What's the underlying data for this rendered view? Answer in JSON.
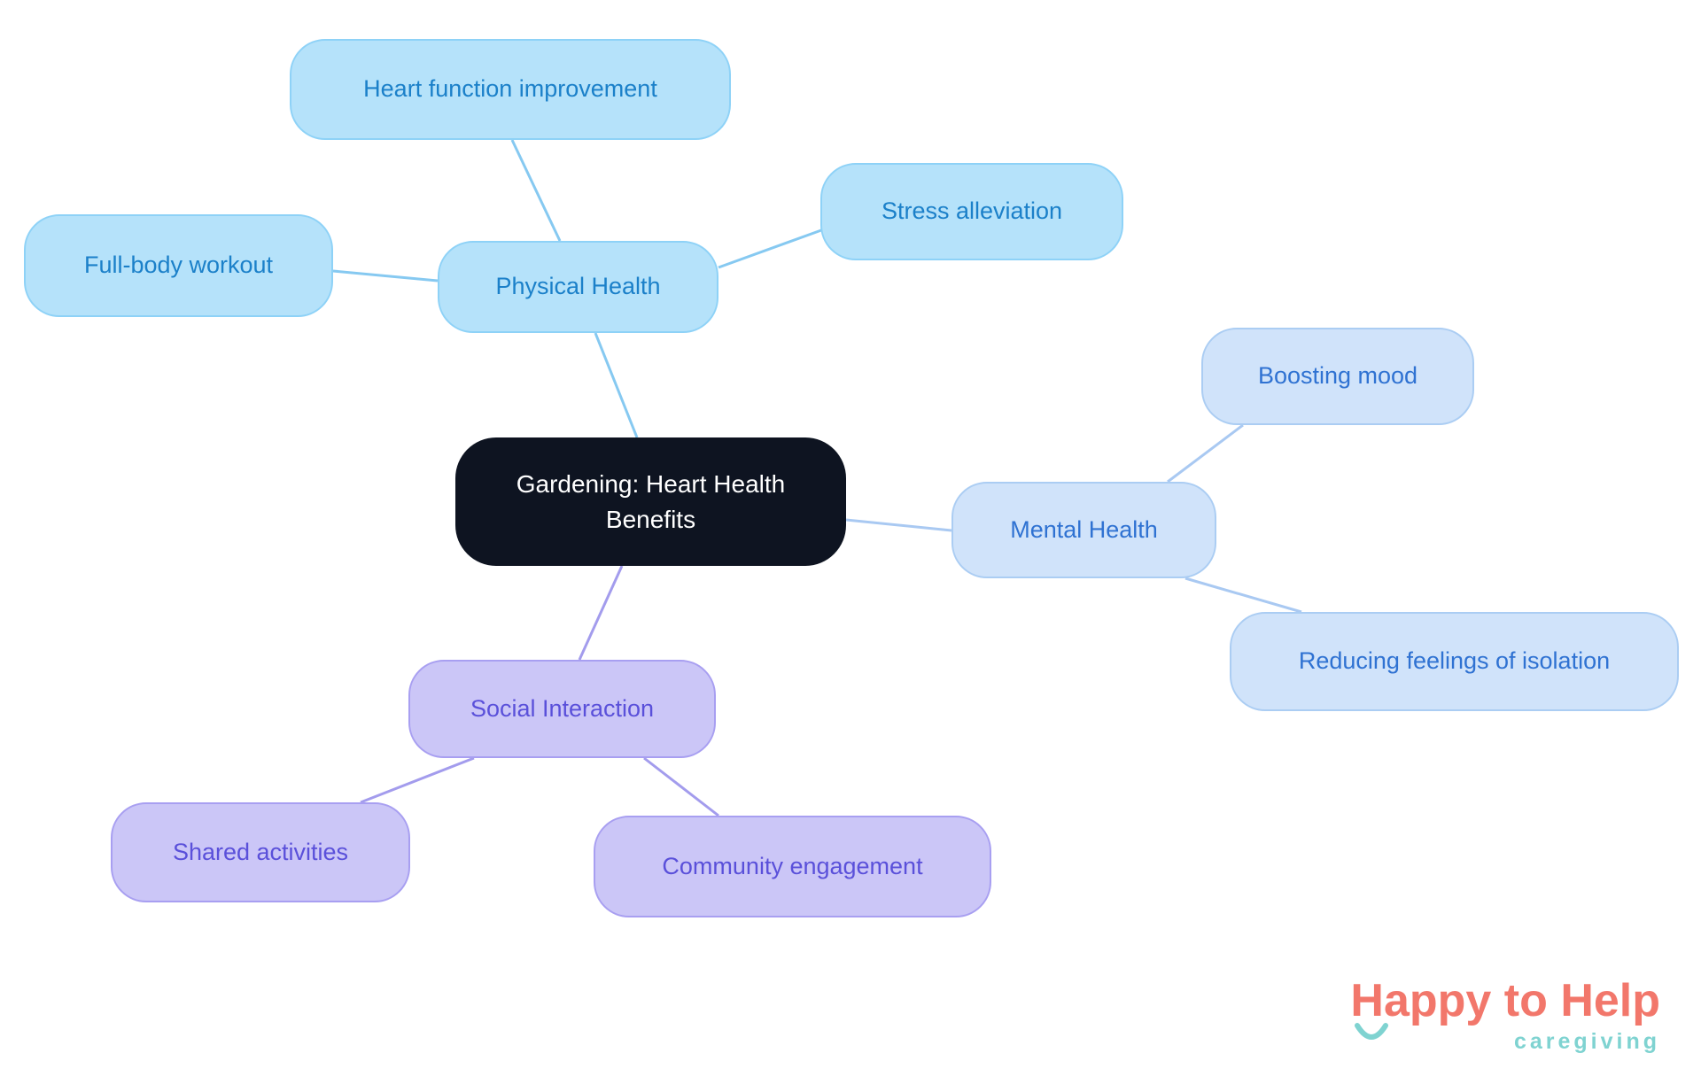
{
  "nodes": {
    "center": {
      "label": "Gardening: Heart Health Benefits"
    },
    "physical": {
      "label": "Physical Health"
    },
    "heart_function": {
      "label": "Heart function improvement"
    },
    "stress": {
      "label": "Stress alleviation"
    },
    "full_body": {
      "label": "Full-body workout"
    },
    "mental": {
      "label": "Mental Health"
    },
    "boosting": {
      "label": "Boosting mood"
    },
    "isolation": {
      "label": "Reducing feelings of isolation"
    },
    "social": {
      "label": "Social Interaction"
    },
    "shared": {
      "label": "Shared activities"
    },
    "community": {
      "label": "Community engagement"
    }
  },
  "structure": {
    "center": "Gardening: Heart Health Benefits",
    "branches": [
      {
        "label": "Physical Health",
        "children": [
          "Heart function improvement",
          "Stress alleviation",
          "Full-body workout"
        ]
      },
      {
        "label": "Mental Health",
        "children": [
          "Boosting mood",
          "Reducing feelings of isolation"
        ]
      },
      {
        "label": "Social Interaction",
        "children": [
          "Shared activities",
          "Community engagement"
        ]
      }
    ]
  },
  "logo": {
    "brand": "Happy to Help",
    "tagline": "caregiving"
  },
  "colors": {
    "physical_fill": "#b5e2fa",
    "physical_border": "#8ed2f7",
    "physical_text": "#1b80c9",
    "physical_edge": "#86c9f1",
    "mental_fill": "#d0e3fa",
    "mental_border": "#abcdf3",
    "mental_text": "#2f72d2",
    "mental_edge": "#a9c9f2",
    "social_fill": "#cbc6f7",
    "social_border": "#a89ff1",
    "social_text": "#5a50da",
    "social_edge": "#a39ced",
    "center_fill": "#0e1421",
    "center_text": "#ffffff",
    "logo_coral": "#f2776b",
    "logo_teal": "#7fd3d1"
  }
}
